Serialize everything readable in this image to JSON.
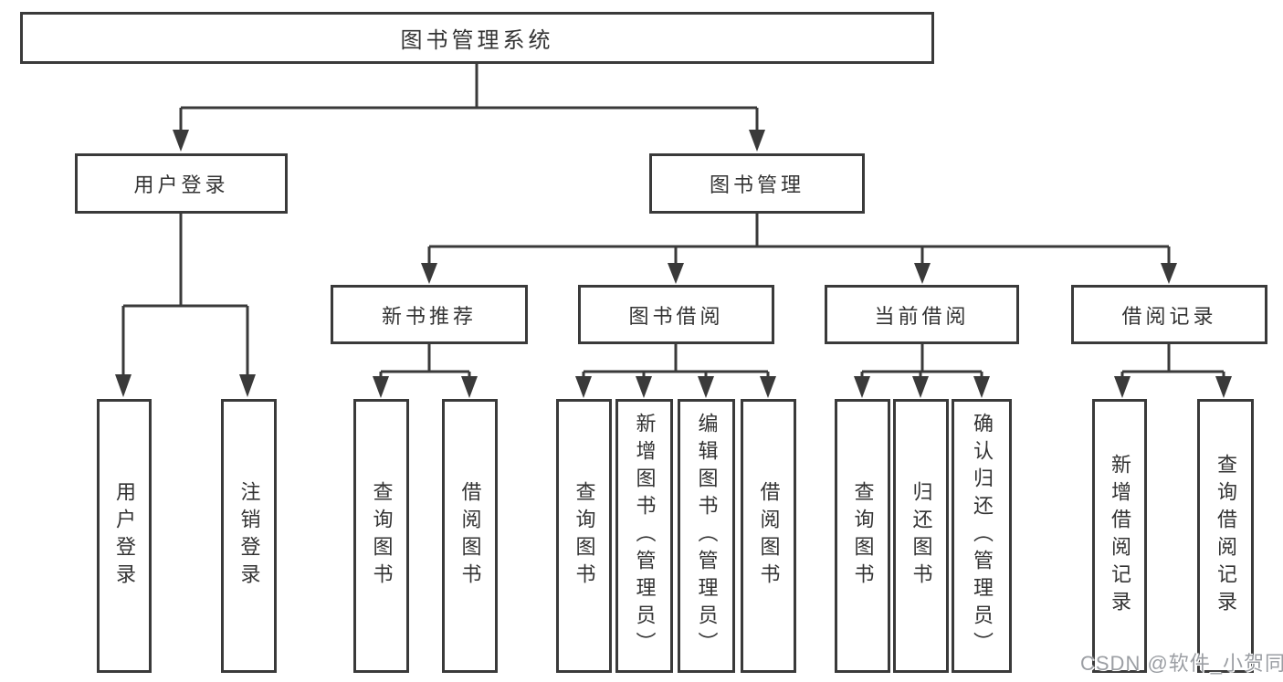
{
  "colors": {
    "line": "#3a3a3a",
    "box_border": "#3a3a3a",
    "text": "#333333",
    "watermark": "#9b9ea3",
    "background": "#ffffff"
  },
  "tree": {
    "root": "图书管理系统",
    "branches": [
      {
        "label": "用户登录",
        "children": [
          "用户登录",
          "注销登录"
        ]
      },
      {
        "label": "图书管理",
        "sections": [
          {
            "label": "新书推荐",
            "children": [
              "查询图书",
              "借阅图书"
            ]
          },
          {
            "label": "图书借阅",
            "children": [
              "查询图书",
              "新增图书（管理员）",
              "编辑图书（管理员）",
              "借阅图书"
            ]
          },
          {
            "label": "当前借阅",
            "children": [
              "查询图书",
              "归还图书",
              "确认归还（管理员）"
            ]
          },
          {
            "label": "借阅记录",
            "children": [
              "新增借阅记录",
              "查询借阅记录"
            ]
          }
        ]
      }
    ]
  },
  "watermark": {
    "text": "CSDN @软件_小贺同学"
  }
}
